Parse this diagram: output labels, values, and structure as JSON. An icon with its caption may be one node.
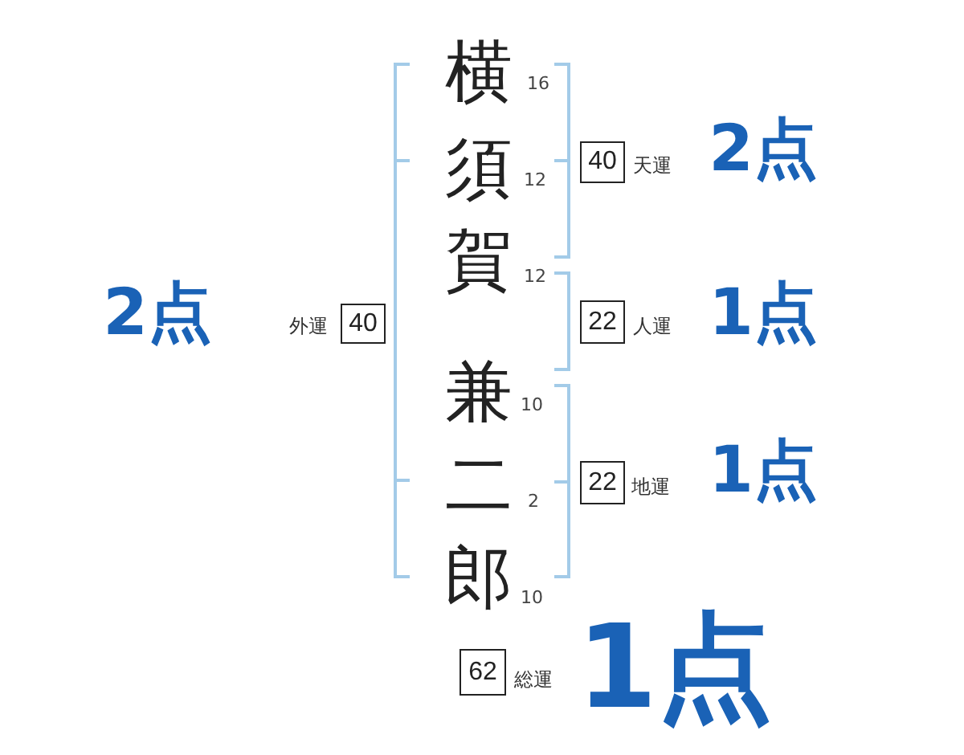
{
  "diagram": {
    "nodes": [
      {
        "text": [
          "40"
        ],
        "beside": [
          "天運",
          "2点"
        ]
      },
      {
        "text": [
          "40"
        ],
        "beside": [
          "外運",
          "2点"
        ]
      },
      {
        "text": [
          "22"
        ],
        "beside": [
          "人運",
          "1点"
        ]
      },
      {
        "text": [
          "22"
        ],
        "beside": [
          "地運",
          "1点"
        ]
      },
      {
        "text": [
          "62"
        ],
        "beside": [
          "総運",
          "1点"
        ]
      }
    ],
    "labels": [
      "横",
      "16",
      "須",
      "12",
      "賀",
      "12",
      "兼",
      "10",
      "二",
      "2",
      "郎",
      "10"
    ]
  }
}
